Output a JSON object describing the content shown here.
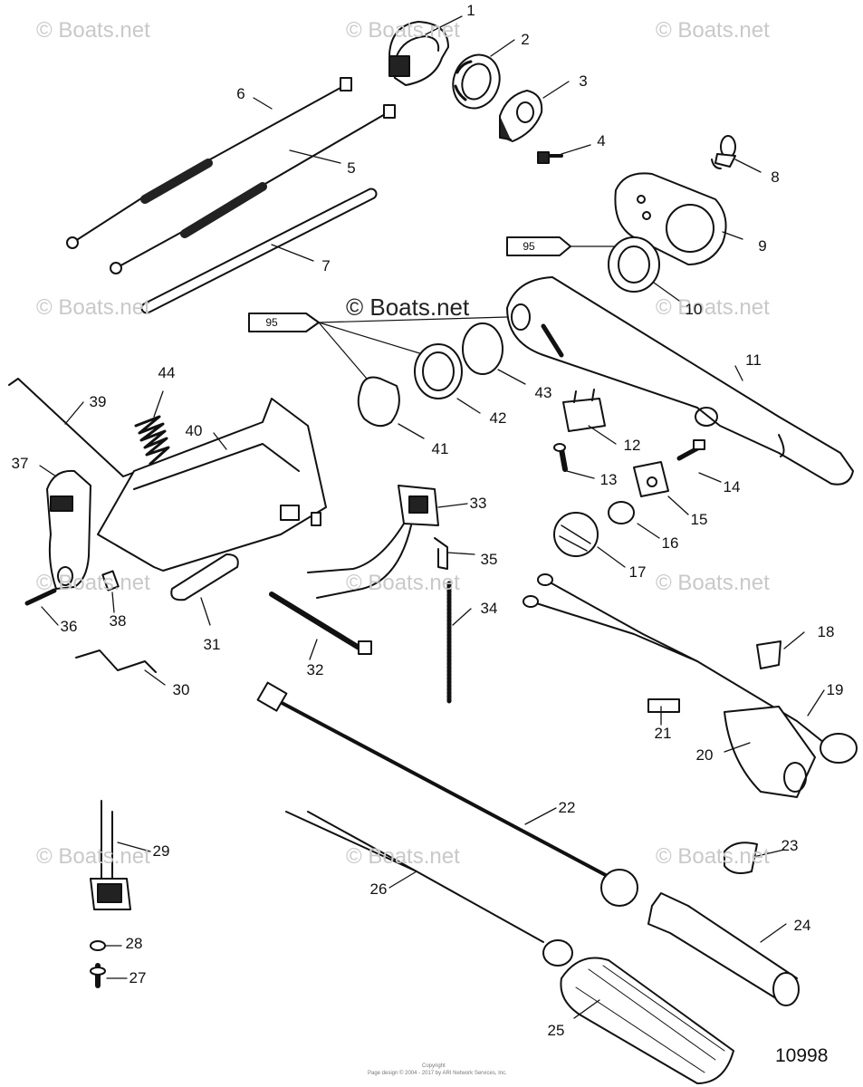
{
  "watermark": "© Boats.net",
  "drawing_number": "10998",
  "copyright_line1": "Copyright",
  "copyright_line2": "Page design © 2004 - 2017 by ARI Network Services, Inc.",
  "tube_label": "95",
  "part_numbers": [
    "1",
    "2",
    "3",
    "4",
    "5",
    "6",
    "7",
    "8",
    "9",
    "10",
    "11",
    "12",
    "13",
    "14",
    "15",
    "16",
    "17",
    "18",
    "19",
    "20",
    "21",
    "22",
    "23",
    "24",
    "25",
    "26",
    "27",
    "28",
    "29",
    "30",
    "31",
    "32",
    "33",
    "34",
    "35",
    "36",
    "37",
    "38",
    "39",
    "40",
    "41",
    "42",
    "43",
    "44"
  ]
}
